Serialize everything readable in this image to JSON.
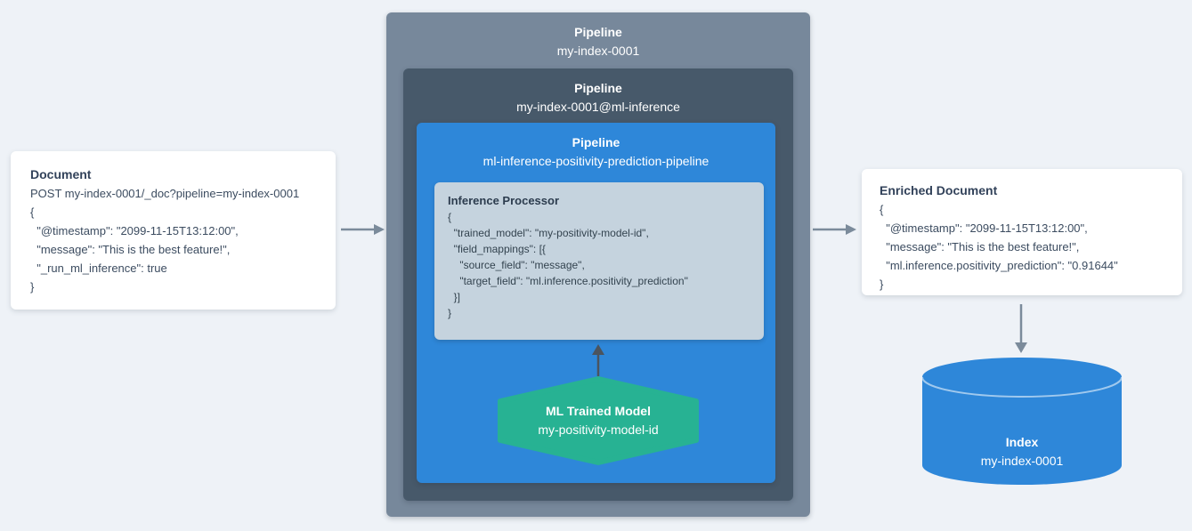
{
  "colors": {
    "background": "#eef2f7",
    "outer_pipeline_box": "#77889b",
    "ml_inference_pipeline_box": "#47596a",
    "prediction_pipeline_box": "#2e87d9",
    "inference_processor_box": "#c5d3de",
    "ml_model_hexagon": "#27b293",
    "index_cylinder": "#2e87d9",
    "card_background": "#ffffff",
    "card_text": "#35455a",
    "gray_arrow": "#7b8b9b",
    "dark_arrow": "#4b545e"
  },
  "document_card": {
    "title": "Document",
    "code": [
      "POST my-index-0001/_doc?pipeline=my-index-0001",
      "{",
      "  \"@timestamp\": \"2099-11-15T13:12:00\",",
      "  \"message\": \"This is the best feature!\",",
      "  \"_run_ml_inference\": true",
      "}"
    ]
  },
  "outer_pipeline": {
    "title": "Pipeline",
    "subtitle": "my-index-0001"
  },
  "ml_inference_pipeline": {
    "title": "Pipeline",
    "subtitle": "my-index-0001@ml-inference"
  },
  "prediction_pipeline": {
    "title": "Pipeline",
    "subtitle": "ml-inference-positivity-prediction-pipeline"
  },
  "inference_processor": {
    "title": "Inference Processor",
    "code": [
      "{",
      "  \"trained_model\": \"my-positivity-model-id\",",
      "  \"field_mappings\": [{",
      "    \"source_field\": \"message\",",
      "    \"target_field\": \"ml.inference.positivity_prediction\"",
      "  }]",
      "}"
    ]
  },
  "ml_trained_model": {
    "title": "ML Trained Model",
    "subtitle": "my-positivity-model-id"
  },
  "enriched_document_card": {
    "title": "Enriched Document",
    "code": [
      "{",
      "  \"@timestamp\": \"2099-11-15T13:12:00\",",
      "  \"message\": \"This is the best feature!\",",
      "  \"ml.inference.positivity_prediction\": \"0.91644\"",
      "}"
    ]
  },
  "index": {
    "title": "Index",
    "subtitle": "my-index-0001"
  }
}
